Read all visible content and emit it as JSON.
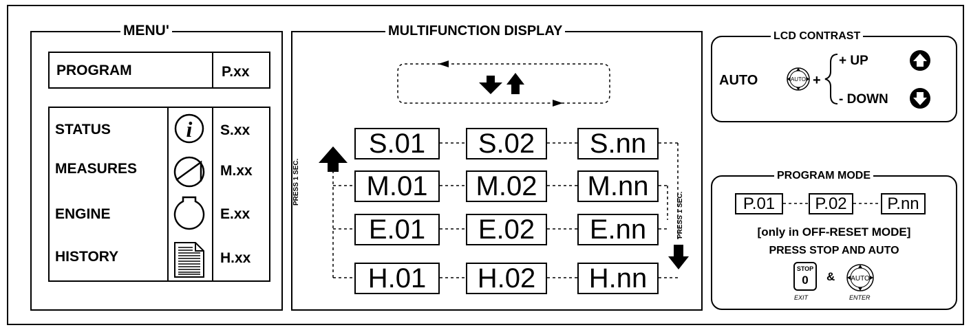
{
  "menu": {
    "title": "MENU'",
    "program": {
      "label": "PROGRAM",
      "code": "P.xx"
    },
    "rows": [
      {
        "label": "STATUS",
        "icon": "info-icon",
        "code": "S.xx"
      },
      {
        "label": "MEASURES",
        "icon": "measures-icon",
        "code": "M.xx"
      },
      {
        "label": "ENGINE",
        "icon": "engine-icon",
        "code": "E.xx"
      },
      {
        "label": "HISTORY",
        "icon": "history-icon",
        "code": "H.xx"
      }
    ]
  },
  "display": {
    "title": "MULTIFUNCTION DISPLAY",
    "grid": [
      [
        "S.01",
        "S.02",
        "S.nn"
      ],
      [
        "M.01",
        "M.02",
        "M.nn"
      ],
      [
        "E.01",
        "E.02",
        "E.nn"
      ],
      [
        "H.01",
        "H.02",
        "H.nn"
      ]
    ],
    "press_left": "PRESS 1 SEC.",
    "press_right": "PRESS 1 SEC."
  },
  "lcd": {
    "title": "LCD CONTRAST",
    "auto_label": "AUTO",
    "auto_button": "AUTO",
    "plus": "+",
    "up": "+ UP",
    "down": "- DOWN"
  },
  "program_mode": {
    "title": "PROGRAM MODE",
    "codes": [
      "P.01",
      "P.02",
      "P.nn"
    ],
    "note": "[only in OFF-RESET MODE]",
    "instruction": "PRESS STOP AND AUTO",
    "stop_top": "STOP",
    "stop_num": "0",
    "exit": "EXIT",
    "amp": "&",
    "auto_button": "AUTO",
    "enter": "ENTER"
  }
}
